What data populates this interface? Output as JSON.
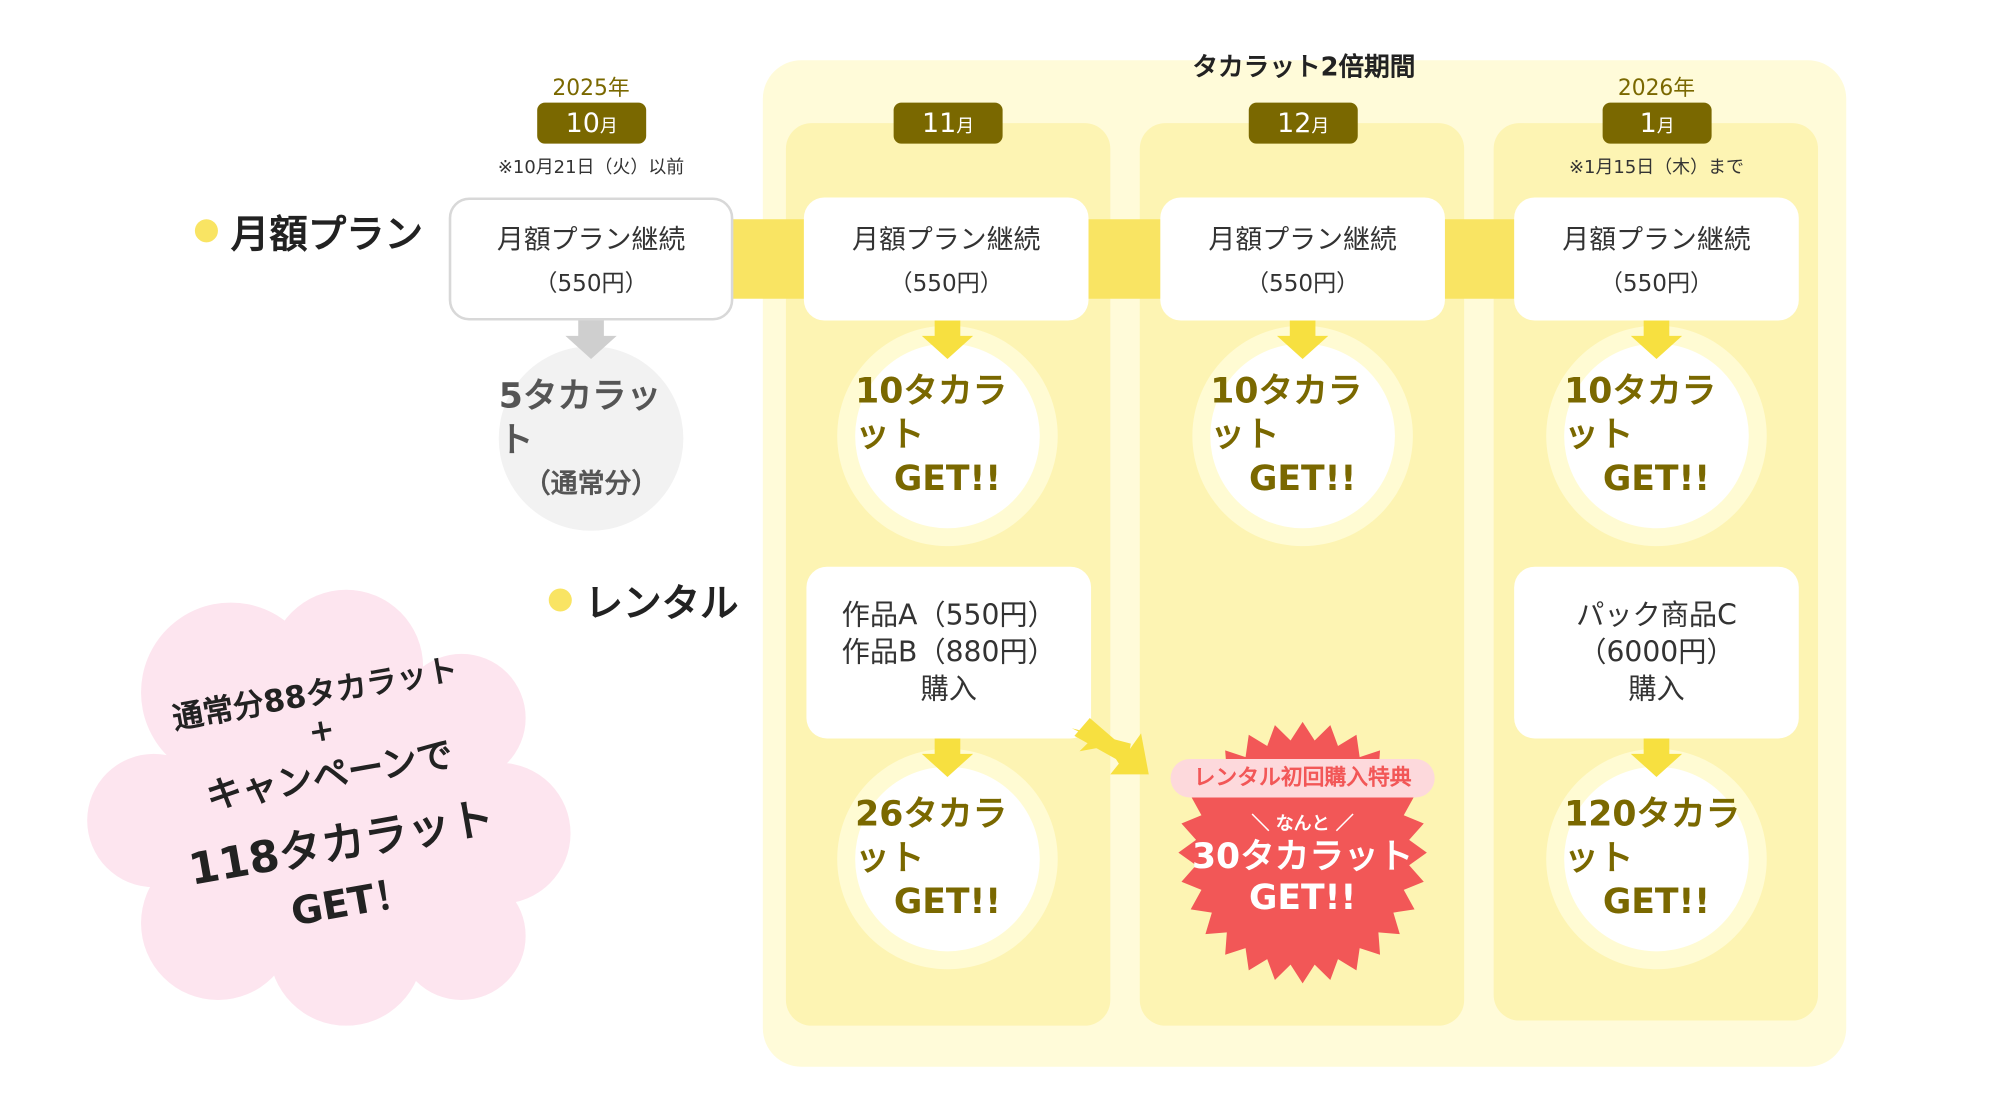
{
  "period_title": "タカラット2倍期間",
  "sections": {
    "monthly": "月額プラン",
    "rental": "レンタル"
  },
  "months": [
    {
      "year": "2025年",
      "num": "10",
      "unit": "月",
      "note": "※10月21日（火）以前"
    },
    {
      "num": "11",
      "unit": "月"
    },
    {
      "num": "12",
      "unit": "月"
    },
    {
      "year": "2026年",
      "num": "1",
      "unit": "月",
      "note": "※1月15日（木）まで"
    }
  ],
  "plan_box": {
    "line1": "月額プラン継続",
    "line2": "（550円）"
  },
  "monthly_rewards": [
    {
      "line1": "5タカラット",
      "line2": "（通常分）"
    },
    {
      "line1": "10タカラット",
      "line2": "GET!!"
    },
    {
      "line1": "10タカラット",
      "line2": "GET!!"
    },
    {
      "line1": "10タカラット",
      "line2": "GET!!"
    }
  ],
  "rentals": [
    {
      "lines": [
        "作品A（550円）",
        "作品B（880円）",
        "購入"
      ],
      "reward1": "26タカラット",
      "reward2": "GET!!"
    },
    {
      "lines": [
        "パック商品C",
        "（6000円）",
        "購入"
      ],
      "reward1": "120タカラット",
      "reward2": "GET!!"
    }
  ],
  "bonus": {
    "label": "レンタル初回購入特典",
    "intro": "＼ なんと ／",
    "line1": "30タカラット",
    "line2": "GET!!"
  },
  "summary": {
    "line1": "通常分88タカラット",
    "line2": "+",
    "line3": "キャンペーンで",
    "line4": "118タカラット",
    "line5": "GET！"
  },
  "colors": {
    "olive": "#7a6800",
    "yellow": "#f9e463",
    "red": "#f25757",
    "pink": "#fde5ef"
  }
}
